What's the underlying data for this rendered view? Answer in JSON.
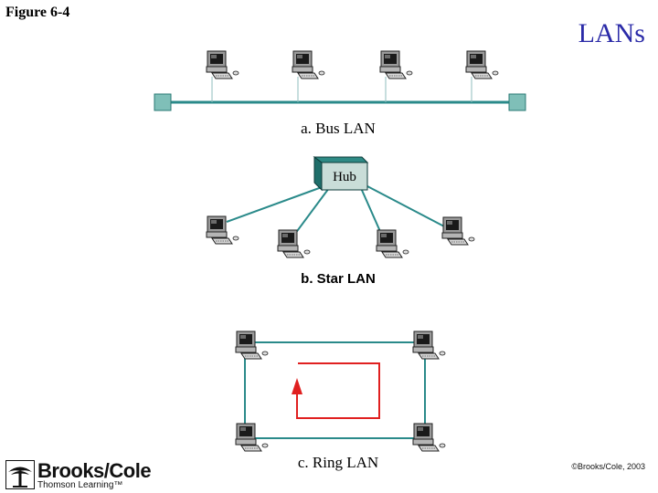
{
  "figure_label": "Figure 6-4",
  "title": "LANs",
  "captions": {
    "bus": "a. Bus LAN",
    "star": "b. Star LAN",
    "ring": "c. Ring LAN"
  },
  "hub_label": "Hub",
  "logo": {
    "name": "Brooks/Cole",
    "subtitle": "Thomson Learning™"
  },
  "copyright": "©Brooks/Cole, 2003",
  "colors": {
    "title": "#2b2ba8",
    "cable": "#2a8a8a",
    "terminator": "#7fbfb8",
    "hub_face": "#c9ddd8",
    "hub_side": "#1f6e6a",
    "ring_arrow": "#e02020"
  }
}
